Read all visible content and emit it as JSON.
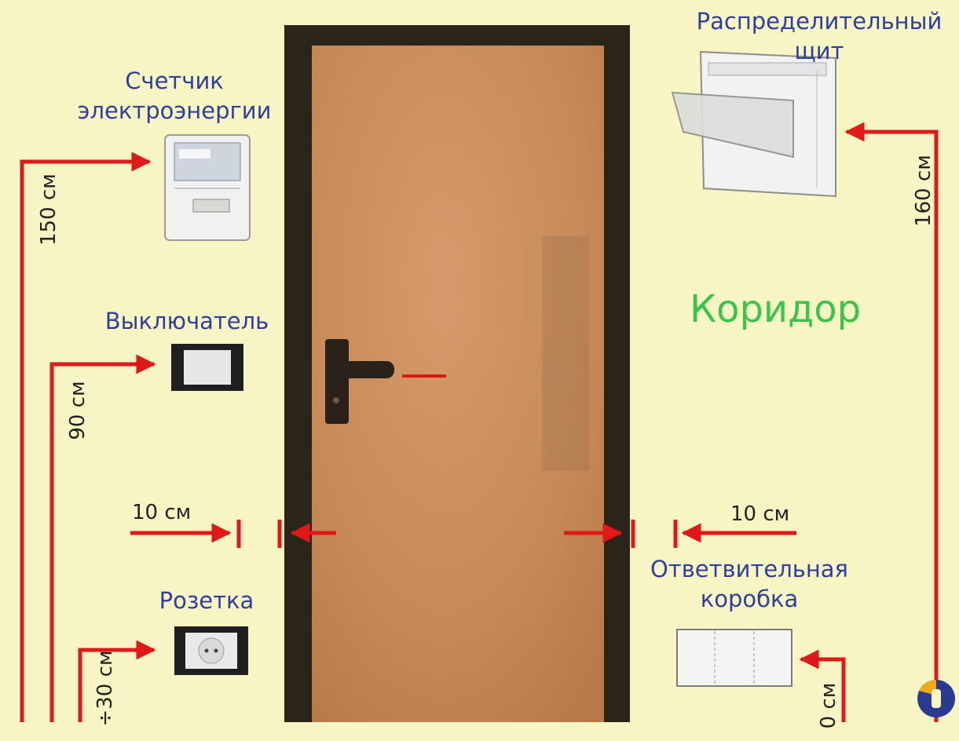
{
  "title": "",
  "room_label": "Коридор",
  "labels": {
    "panel_line1": "Распределительный",
    "panel_line2": "щит",
    "meter_line1": "Счетчик",
    "meter_line2": "электроэнергии",
    "switch": "Выключатель",
    "socket": "Розетка",
    "junction_line1": "Ответвительная",
    "junction_line2": "коробка"
  },
  "dimensions": {
    "meter_height": "150 см",
    "switch_height": "90 см",
    "socket_height": "÷30 см",
    "panel_height": "160 см",
    "junction_height": "0 см",
    "switch_offset": "10 см",
    "junction_offset": "10 см"
  },
  "colors": {
    "background": "#f7f5c4",
    "door": "#c98a5a",
    "door_frame": "#2b2418",
    "arrow": "#e01818",
    "device_label": "#2f3f9e",
    "room_label": "#3ac44a"
  },
  "icons": [
    "door-handle-icon",
    "electric-meter-icon",
    "distribution-panel-icon",
    "light-switch-icon",
    "power-socket-icon",
    "junction-box-icon",
    "watermark-logo-icon"
  ]
}
